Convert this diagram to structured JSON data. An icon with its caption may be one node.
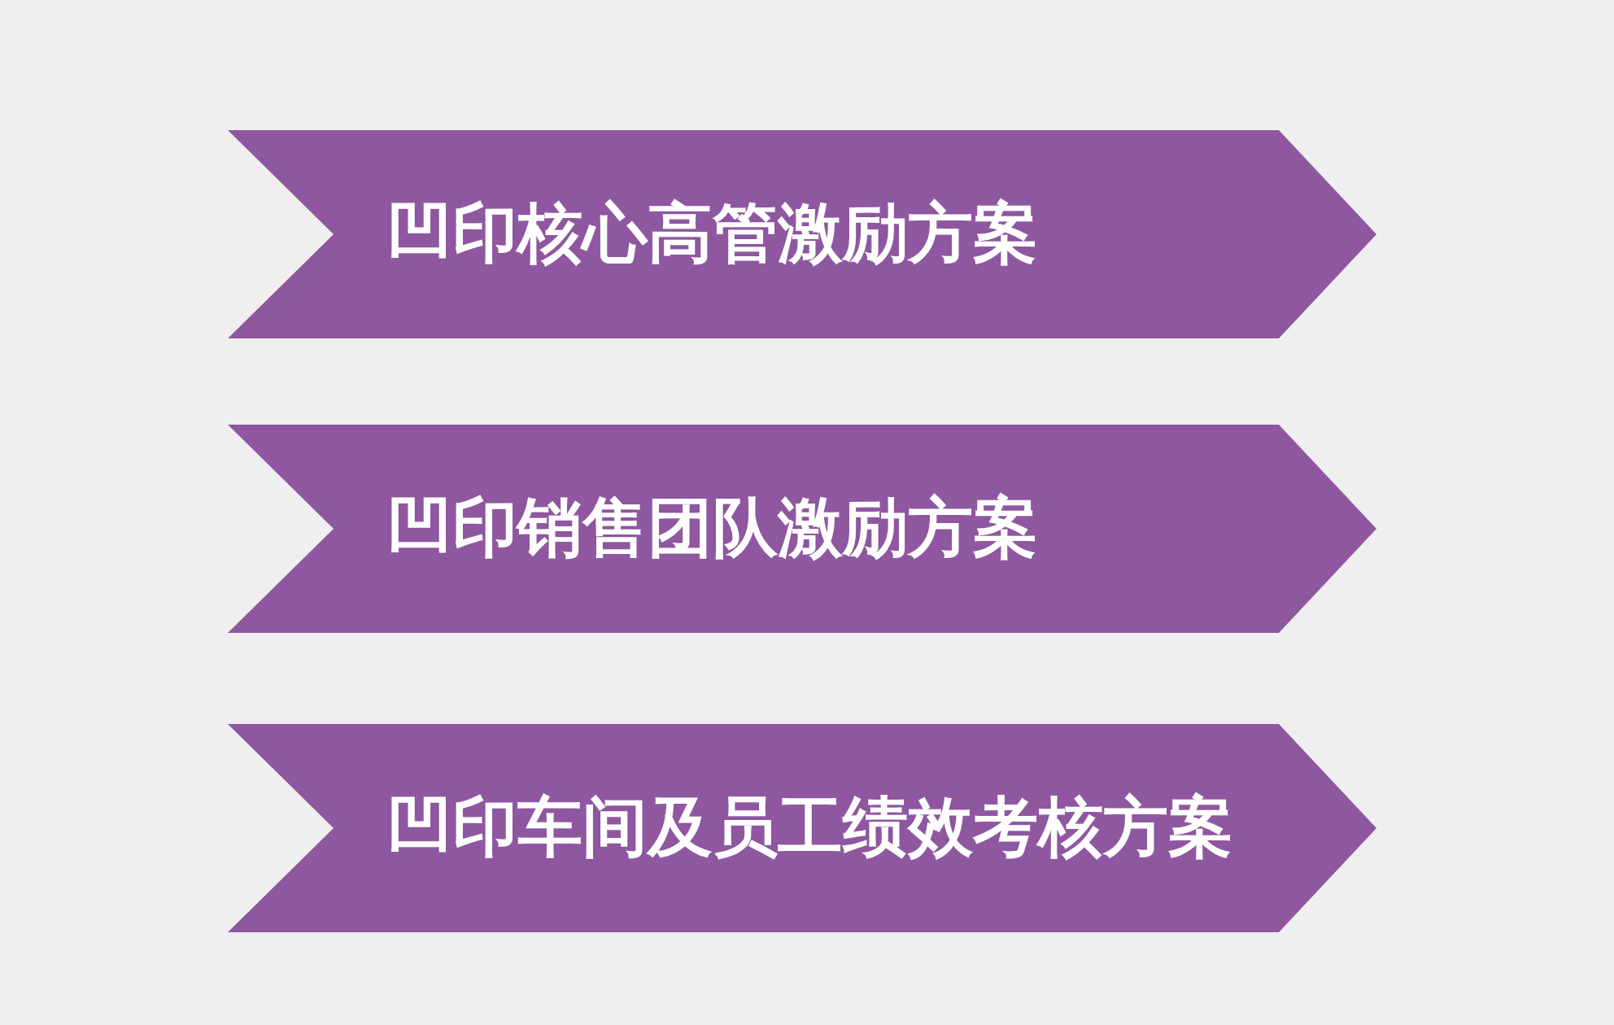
{
  "diagram": {
    "nodes": [
      {
        "text": [
          "凹印核心高管激励方案"
        ]
      },
      {
        "text": [
          "凹印销售团队激励方案"
        ]
      },
      {
        "text": [
          "凹印车间及员工绩效考核方案"
        ]
      }
    ]
  }
}
